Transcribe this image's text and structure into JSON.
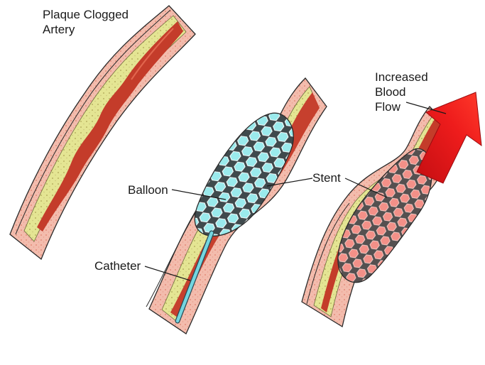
{
  "labels": {
    "plaque": [
      "Plaque Clogged",
      "Artery"
    ],
    "balloon": "Balloon",
    "stent": "Stent",
    "catheter": "Catheter",
    "flow": [
      "Increased",
      "Blood",
      "Flow"
    ]
  },
  "colors": {
    "outer_wall": "#f2b8a8",
    "outer_wall_dots": "#e48a78",
    "plaque": "#e2e48e",
    "plaque_dots": "#b8b060",
    "lumen": "#c8402e",
    "lumen_highlight": "#e0644c",
    "balloon": "#8fe3e6",
    "stent_wire": "#4a4a4a",
    "stent_cell_expanded": "#f08a80",
    "catheter": "#6fd0dc",
    "arrow": "#e8141a",
    "outline": "#222222"
  },
  "icons": [
    "flow-arrow-icon"
  ]
}
